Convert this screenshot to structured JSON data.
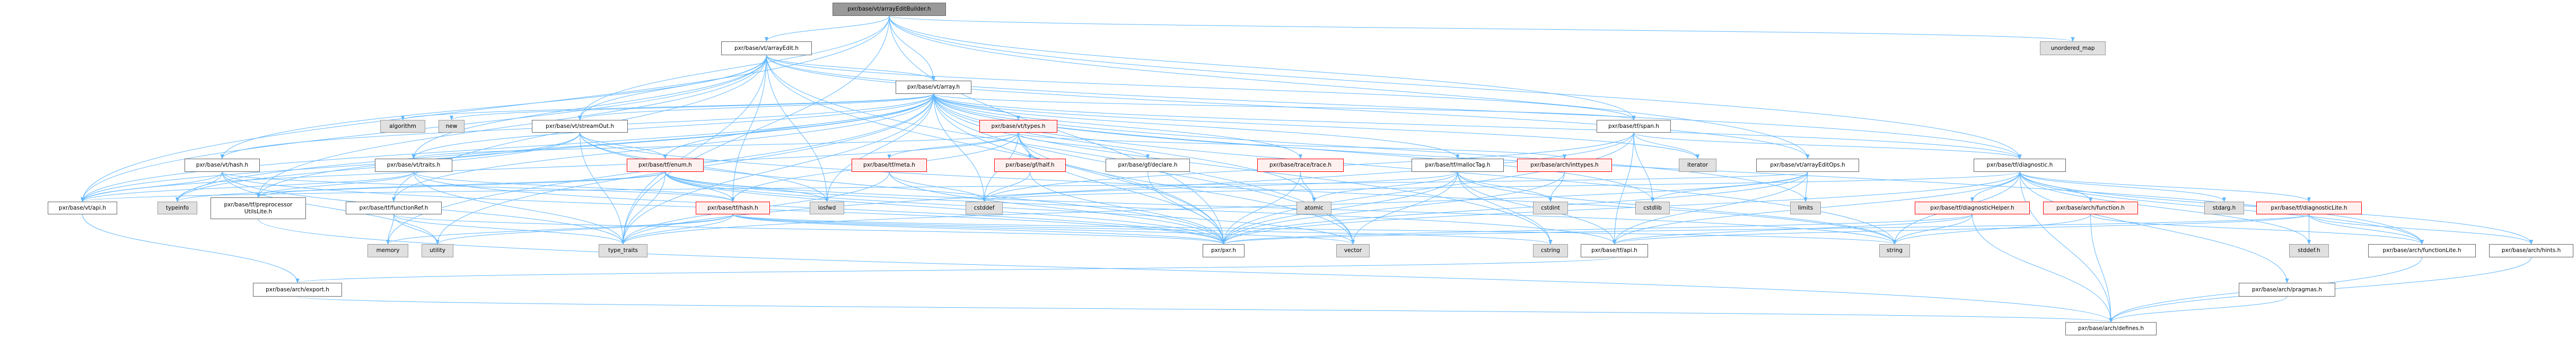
{
  "graph": {
    "title": "pxr/base/vt/arrayEditBuilder.h",
    "colors": {
      "edge": "#63b8ff",
      "truncated_border": "#ff0000",
      "truncated_fill": "#fff0f0",
      "system_fill": "#e0e0e0",
      "root_fill": "#999999"
    },
    "nodes": [
      {
        "label": "pxr/base/vt/arrayEditBuilder.h",
        "kind": "root"
      },
      {
        "label": "pxr/base/vt/arrayEdit.h",
        "kind": "normal"
      },
      {
        "label": "pxr/base/vt/array.h",
        "kind": "normal"
      },
      {
        "label": "unordered_map",
        "kind": "system"
      },
      {
        "label": "pxr/base/vt/streamOut.h",
        "kind": "normal"
      },
      {
        "label": "pxr/base/vt/types.h",
        "kind": "truncated"
      },
      {
        "label": "pxr/base/tf/span.h",
        "kind": "normal"
      },
      {
        "label": "algorithm",
        "kind": "system"
      },
      {
        "label": "new",
        "kind": "system"
      },
      {
        "label": "pxr/base/vt/hash.h",
        "kind": "normal"
      },
      {
        "label": "pxr/base/vt/traits.h",
        "kind": "normal"
      },
      {
        "label": "pxr/base/tf/enum.h",
        "kind": "truncated"
      },
      {
        "label": "pxr/base/tf/meta.h",
        "kind": "truncated"
      },
      {
        "label": "pxr/base/gf/half.h",
        "kind": "truncated"
      },
      {
        "label": "pxr/base/gf/declare.h",
        "kind": "normal"
      },
      {
        "label": "pxr/base/trace/trace.h",
        "kind": "truncated"
      },
      {
        "label": "pxr/base/tf/mallocTag.h",
        "kind": "normal"
      },
      {
        "label": "pxr/base/arch/inttypes.h",
        "kind": "truncated"
      },
      {
        "label": "iterator",
        "kind": "system"
      },
      {
        "label": "pxr/base/vt/arrayEditOps.h",
        "kind": "normal"
      },
      {
        "label": "pxr/base/tf/diagnostic.h",
        "kind": "normal"
      },
      {
        "label": "pxr/base/vt/api.h",
        "kind": "normal"
      },
      {
        "label": "typeinfo",
        "kind": "system"
      },
      {
        "label": "pxr/base/tf/preprocessor\nUtilsLite.h",
        "kind": "normal"
      },
      {
        "label": "pxr/base/tf/functionRef.h",
        "kind": "normal"
      },
      {
        "label": "pxr/base/tf/hash.h",
        "kind": "truncated"
      },
      {
        "label": "iosfwd",
        "kind": "system"
      },
      {
        "label": "cstddef",
        "kind": "system"
      },
      {
        "label": "atomic",
        "kind": "system"
      },
      {
        "label": "cstdint",
        "kind": "system"
      },
      {
        "label": "cstdlib",
        "kind": "system"
      },
      {
        "label": "limits",
        "kind": "system"
      },
      {
        "label": "pxr/base/tf/diagnosticHelper.h",
        "kind": "truncated"
      },
      {
        "label": "pxr/base/arch/function.h",
        "kind": "truncated"
      },
      {
        "label": "stdarg.h",
        "kind": "system"
      },
      {
        "label": "pxr/base/tf/diagnosticLite.h",
        "kind": "truncated"
      },
      {
        "label": "memory",
        "kind": "system"
      },
      {
        "label": "utility",
        "kind": "system"
      },
      {
        "label": "type_traits",
        "kind": "system"
      },
      {
        "label": "pxr/pxr.h",
        "kind": "normal"
      },
      {
        "label": "vector",
        "kind": "system"
      },
      {
        "label": "cstring",
        "kind": "system"
      },
      {
        "label": "pxr/base/tf/api.h",
        "kind": "normal"
      },
      {
        "label": "string",
        "kind": "system"
      },
      {
        "label": "stddef.h",
        "kind": "system"
      },
      {
        "label": "pxr/base/arch/functionLite.h",
        "kind": "normal"
      },
      {
        "label": "pxr/base/arch/hints.h",
        "kind": "normal"
      },
      {
        "label": "pxr/base/arch/export.h",
        "kind": "normal"
      },
      {
        "label": "pxr/base/arch/pragmas.h",
        "kind": "normal"
      },
      {
        "label": "pxr/base/arch/defines.h",
        "kind": "normal"
      }
    ],
    "edges": [
      [
        0,
        1
      ],
      [
        0,
        2
      ],
      [
        0,
        3
      ],
      [
        0,
        4
      ],
      [
        0,
        6
      ],
      [
        0,
        19
      ],
      [
        0,
        20
      ],
      [
        0,
        21
      ],
      [
        0,
        39
      ],
      [
        0,
        38
      ],
      [
        1,
        2
      ],
      [
        1,
        4
      ],
      [
        1,
        25
      ],
      [
        1,
        26
      ],
      [
        1,
        38
      ],
      [
        1,
        19
      ],
      [
        1,
        6
      ],
      [
        1,
        20
      ],
      [
        1,
        21
      ],
      [
        1,
        9
      ],
      [
        1,
        10
      ],
      [
        1,
        24
      ],
      [
        1,
        23
      ],
      [
        1,
        39
      ],
      [
        1,
        40
      ],
      [
        2,
        5
      ],
      [
        2,
        4
      ],
      [
        2,
        27
      ],
      [
        2,
        7
      ],
      [
        2,
        8
      ],
      [
        2,
        9
      ],
      [
        2,
        10
      ],
      [
        2,
        21
      ],
      [
        2,
        36
      ],
      [
        2,
        6
      ],
      [
        2,
        20
      ],
      [
        2,
        16
      ],
      [
        2,
        15
      ],
      [
        2,
        18
      ],
      [
        2,
        28
      ],
      [
        2,
        30
      ],
      [
        2,
        31
      ],
      [
        2,
        40
      ],
      [
        2,
        43
      ],
      [
        2,
        45
      ],
      [
        2,
        39
      ],
      [
        2,
        38
      ],
      [
        2,
        23
      ],
      [
        2,
        24
      ],
      [
        2,
        11
      ],
      [
        2,
        26
      ],
      [
        2,
        22
      ],
      [
        2,
        37
      ],
      [
        2,
        41
      ],
      [
        4,
        11
      ],
      [
        4,
        38
      ],
      [
        4,
        26
      ],
      [
        4,
        21
      ],
      [
        4,
        22
      ],
      [
        4,
        39
      ],
      [
        4,
        43
      ],
      [
        5,
        12
      ],
      [
        5,
        13
      ],
      [
        5,
        14
      ],
      [
        5,
        17
      ],
      [
        5,
        27
      ],
      [
        5,
        21
      ],
      [
        5,
        10
      ],
      [
        5,
        39
      ],
      [
        5,
        40
      ],
      [
        5,
        25
      ],
      [
        6,
        18
      ],
      [
        6,
        42
      ],
      [
        6,
        30
      ],
      [
        6,
        20
      ],
      [
        6,
        38
      ],
      [
        6,
        39
      ],
      [
        6,
        27
      ],
      [
        9,
        21
      ],
      [
        9,
        22
      ],
      [
        9,
        37
      ],
      [
        9,
        38
      ],
      [
        9,
        25
      ],
      [
        9,
        39
      ],
      [
        10,
        23
      ],
      [
        10,
        38
      ],
      [
        10,
        39
      ],
      [
        10,
        21
      ],
      [
        10,
        25
      ],
      [
        11,
        25
      ],
      [
        11,
        38
      ],
      [
        11,
        26
      ],
      [
        11,
        39
      ],
      [
        11,
        23
      ],
      [
        11,
        43
      ],
      [
        11,
        40
      ],
      [
        11,
        22
      ],
      [
        11,
        42
      ],
      [
        12,
        27
      ],
      [
        12,
        38
      ],
      [
        12,
        39
      ],
      [
        13,
        27
      ],
      [
        13,
        39
      ],
      [
        14,
        39
      ],
      [
        15,
        28
      ],
      [
        15,
        39
      ],
      [
        16,
        28
      ],
      [
        16,
        29
      ],
      [
        16,
        39
      ],
      [
        16,
        40
      ],
      [
        16,
        41
      ],
      [
        16,
        43
      ],
      [
        16,
        42
      ],
      [
        16,
        27
      ],
      [
        17,
        29
      ],
      [
        17,
        39
      ],
      [
        19,
        31
      ],
      [
        19,
        30
      ],
      [
        19,
        42
      ],
      [
        19,
        39
      ],
      [
        19,
        21
      ],
      [
        19,
        38
      ],
      [
        20,
        32
      ],
      [
        20,
        33
      ],
      [
        20,
        34
      ],
      [
        20,
        35
      ],
      [
        20,
        42
      ],
      [
        20,
        43
      ],
      [
        20,
        39
      ],
      [
        20,
        49
      ],
      [
        20,
        45
      ],
      [
        20,
        46
      ],
      [
        20,
        44
      ],
      [
        20,
        48
      ],
      [
        20,
        27
      ],
      [
        21,
        47
      ],
      [
        23,
        49
      ],
      [
        24,
        36
      ],
      [
        24,
        37
      ],
      [
        24,
        38
      ],
      [
        24,
        39
      ],
      [
        25,
        37
      ],
      [
        25,
        38
      ],
      [
        25,
        41
      ],
      [
        25,
        39
      ],
      [
        25,
        40
      ],
      [
        25,
        43
      ],
      [
        25,
        36
      ],
      [
        32,
        43
      ],
      [
        32,
        49
      ],
      [
        32,
        42
      ],
      [
        32,
        39
      ],
      [
        33,
        43
      ],
      [
        33,
        45
      ],
      [
        33,
        49
      ],
      [
        35,
        44
      ],
      [
        35,
        45
      ],
      [
        35,
        46
      ],
      [
        35,
        42
      ],
      [
        35,
        39
      ],
      [
        42,
        47
      ],
      [
        45,
        49
      ],
      [
        46,
        49
      ],
      [
        47,
        49
      ],
      [
        48,
        49
      ]
    ]
  }
}
